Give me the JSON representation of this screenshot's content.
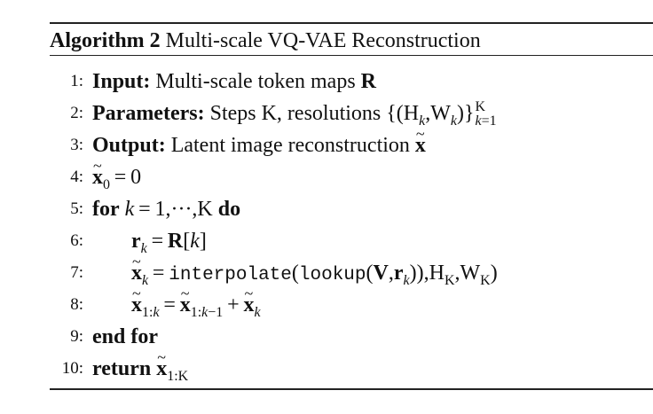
{
  "caption": {
    "label": "Algorithm 2",
    "title": "Multi-scale VQ-VAE Reconstruction"
  },
  "lines": [
    {
      "num": "1:",
      "keyword": "Input:",
      "text": "Multi-scale token maps",
      "math": "R"
    },
    {
      "num": "2:",
      "keyword": "Parameters:",
      "text": "Steps K, resolutions",
      "math": "{(H_k,W_k)}_{k=1}^{K}"
    },
    {
      "num": "3:",
      "keyword": "Output:",
      "text": "Latent image reconstruction",
      "math": "x̃"
    },
    {
      "num": "4:",
      "math": "x̃_0 = 0"
    },
    {
      "num": "5:",
      "keyword": "for",
      "math": "k = 1,···,K",
      "keyword_end": "do"
    },
    {
      "num": "6:",
      "math": "r_k = R[k]"
    },
    {
      "num": "7:",
      "math": "x̃_k = interpolate(lookup(V,r_k)),H_K,W_K)"
    },
    {
      "num": "8:",
      "math": "x̃_{1:k} = x̃_{1:k−1} + x̃_k"
    },
    {
      "num": "9:",
      "keyword": "end for"
    },
    {
      "num": "10:",
      "keyword": "return",
      "math": "x̃_{1:K}"
    }
  ]
}
